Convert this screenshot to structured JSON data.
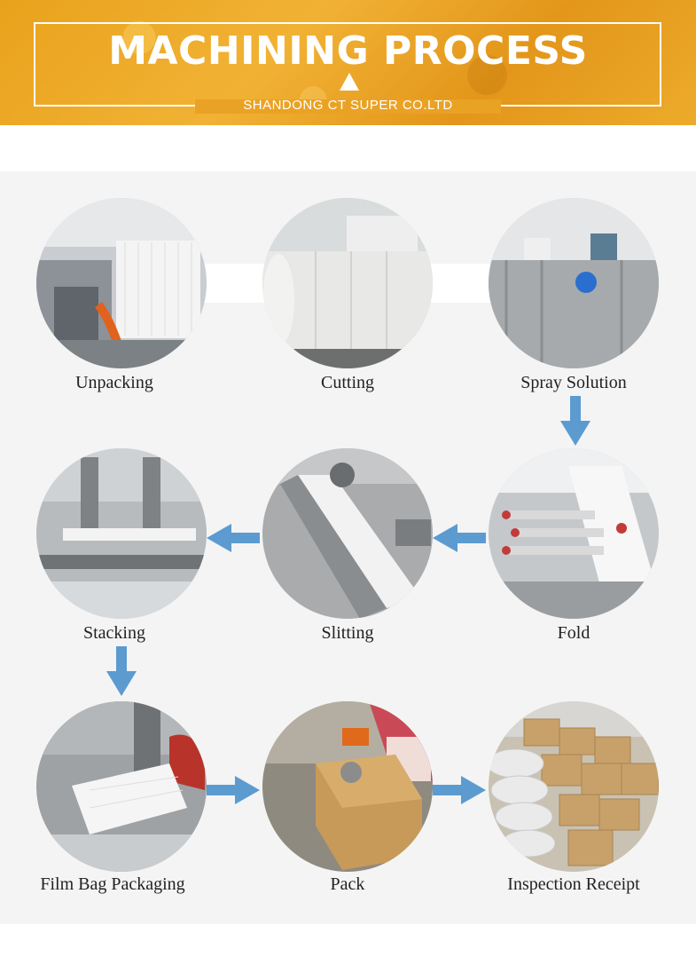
{
  "header": {
    "title": "MACHINING PROCESS",
    "subtitle": "SHANDONG CT SUPER CO.LTD"
  },
  "steps": [
    {
      "label": "Unpacking",
      "icon": "unpacking-machine-photo"
    },
    {
      "label": "Cutting",
      "icon": "paper-roll-photo"
    },
    {
      "label": "Spray Solution",
      "icon": "spray-tank-photo"
    },
    {
      "label": "Fold",
      "icon": "folding-rollers-photo"
    },
    {
      "label": "Slitting",
      "icon": "slitting-machine-photo"
    },
    {
      "label": "Stacking",
      "icon": "stacking-machine-photo"
    },
    {
      "label": "Film Bag Packaging",
      "icon": "film-bag-packaging-photo"
    },
    {
      "label": "Pack",
      "icon": "box-packing-photo"
    },
    {
      "label": "Inspection Receipt",
      "icon": "warehouse-boxes-photo"
    }
  ],
  "colors": {
    "header": "#e9a21c",
    "arrow": "#5b9bd0",
    "panel": "#f4f4f4"
  }
}
